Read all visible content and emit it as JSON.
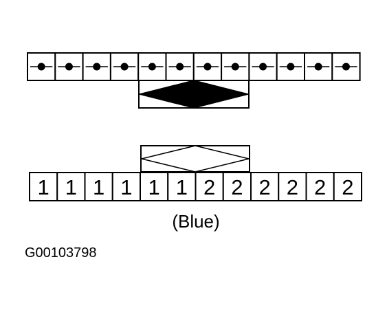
{
  "diagram": {
    "top_connector": {
      "pin_count": 12,
      "key": "filled-diamond-key"
    },
    "bottom_connector": {
      "terminal_labels": [
        "1",
        "1",
        "1",
        "1",
        "1",
        "1",
        "2",
        "2",
        "2",
        "2",
        "2",
        "2"
      ],
      "key": "outline-diamond-key"
    },
    "caption": "(Blue)",
    "figure_code": "G00103798",
    "colors": {
      "line": "#000000",
      "background": "#ffffff"
    }
  }
}
